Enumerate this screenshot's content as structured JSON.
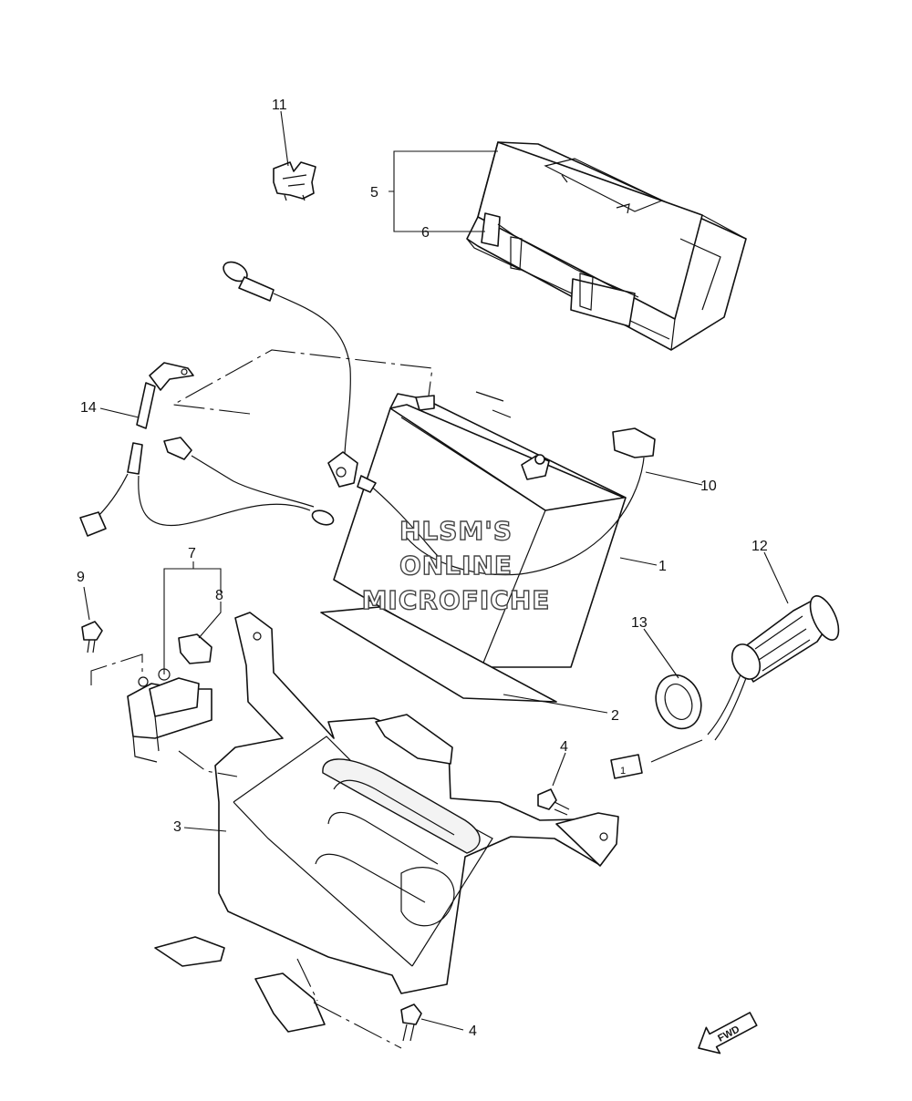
{
  "callouts": [
    {
      "id": "1",
      "text": "1"
    },
    {
      "id": "2",
      "text": "2"
    },
    {
      "id": "3",
      "text": "3"
    },
    {
      "id": "4a",
      "text": "4"
    },
    {
      "id": "4b",
      "text": "4"
    },
    {
      "id": "5",
      "text": "5"
    },
    {
      "id": "6",
      "text": "6"
    },
    {
      "id": "7",
      "text": "7"
    },
    {
      "id": "8",
      "text": "8"
    },
    {
      "id": "9",
      "text": "9"
    },
    {
      "id": "10",
      "text": "10"
    },
    {
      "id": "11",
      "text": "11"
    },
    {
      "id": "12",
      "text": "12"
    },
    {
      "id": "13",
      "text": "13"
    },
    {
      "id": "14",
      "text": "14"
    }
  ],
  "watermark": {
    "line1": "HLSM'S",
    "line2": "ONLINE",
    "line3": "MICROFICHE"
  },
  "fwd_label": "FWD",
  "connector_label": "1"
}
